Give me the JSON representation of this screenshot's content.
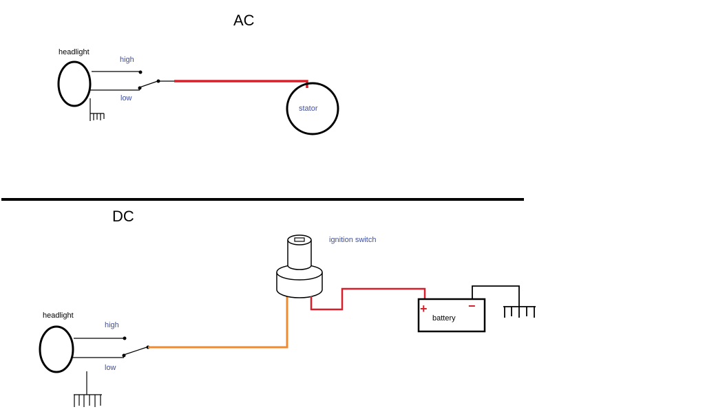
{
  "ac": {
    "title": "AC",
    "headlight_label": "headlight",
    "high_label": "high",
    "low_label": "low",
    "stator_label": "stator"
  },
  "dc": {
    "title": "DC",
    "headlight_label": "headlight",
    "high_label": "high",
    "low_label": "low",
    "ignition_label": "ignition switch",
    "battery_label": "battery",
    "plus_sign": "+",
    "minus_sign": "−"
  },
  "colors": {
    "ink": "#000000",
    "label_blue": "#3f4fa0",
    "wire_red": "#d81e28",
    "wire_orange": "#f08a2e"
  }
}
